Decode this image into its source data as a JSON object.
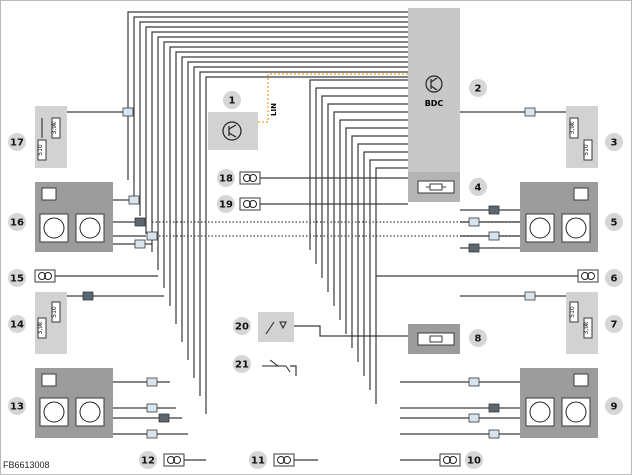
{
  "ecu": {
    "label": "BDC"
  },
  "bus": {
    "label": "LIN",
    "color": "#f0a020"
  },
  "callouts": [
    "1",
    "2",
    "3",
    "4",
    "5",
    "6",
    "7",
    "8",
    "9",
    "10",
    "11",
    "12",
    "13",
    "14",
    "15",
    "16",
    "17",
    "18",
    "19",
    "20",
    "21"
  ],
  "resistor_labels": {
    "r510": "510",
    "r3k9": "3,9k"
  },
  "document_id": "FB6613008",
  "colors": {
    "wire": "#3a3a3a",
    "module_light": "#d2d2d2",
    "module_dark": "#9c9c9c",
    "connector": "#d8e4ee"
  }
}
